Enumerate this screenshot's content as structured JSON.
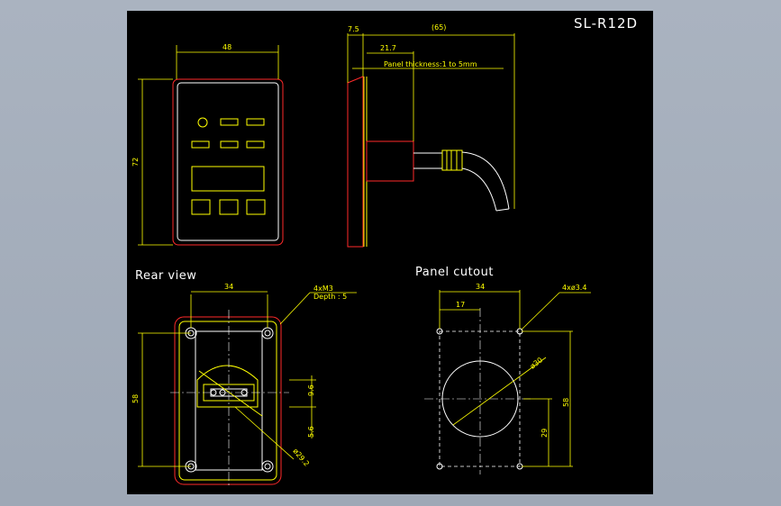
{
  "title": "SL-R12D",
  "front_view": {
    "width_dim": "48",
    "height_dim": "72"
  },
  "side_view": {
    "dim_7_5": "7.5",
    "dim_65": "(65)",
    "dim_21_7": "21.7",
    "panel_note": "Panel thickness:1 to 5mm"
  },
  "rear_view": {
    "label": "Rear view",
    "dim_34": "34",
    "thread_note": "4xM3",
    "depth_note": "Depth : 5",
    "dim_58": "58",
    "dim_9_6": "9.6",
    "dim_5_6": "5.6",
    "dia_29_2": "ø29.2"
  },
  "panel_cutout": {
    "label": "Panel cutout",
    "dim_34": "34",
    "dim_17": "17",
    "hole_note": "4xø3.4",
    "dia_30": "ø30",
    "dim_58": "58",
    "dim_29": "29"
  },
  "colors": {
    "outline_red": "#ff2a2a",
    "dimension_yellow": "#ffff00",
    "centerline_white": "#ffffff",
    "background": "#000000"
  }
}
